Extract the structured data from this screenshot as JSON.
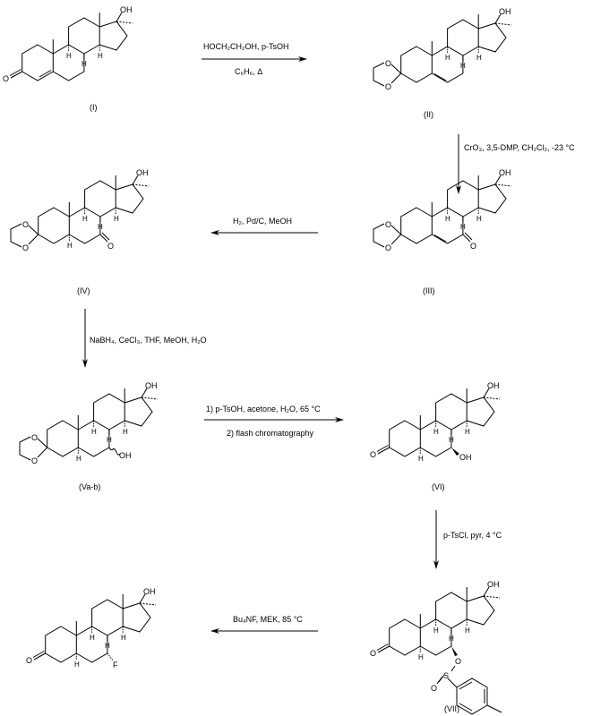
{
  "atoms": {
    "oh": "OH",
    "o": "O",
    "h": "H",
    "f": "F",
    "s": "S"
  },
  "compounds": {
    "c1": "(I)",
    "c2": "(II)",
    "c3": "(III)",
    "c4": "(IV)",
    "c5": "(Va-b)",
    "c6": "(VI)",
    "c7": "(VII)"
  },
  "reagents": {
    "step1_top": "HOCH₂CH₂OH, p-TsOH",
    "step1_bottom": "C₆H₆, Δ",
    "step2": "CrO₃, 3,5-DMP, CH₂Cl₂, -23 °C",
    "step3": "H₂, Pd/C, MeOH",
    "step4": "NaBH₄, CeCl₃, THF, MeOH, H₂O",
    "step5_top": "1) p-TsOH, acetone, H₂O, 65 °C",
    "step5_bottom": "2) flash chromatography",
    "step6": "p-TsCl, pyr, 4 °C",
    "step7": "Bu₄NF, MEK, 85 °C"
  }
}
